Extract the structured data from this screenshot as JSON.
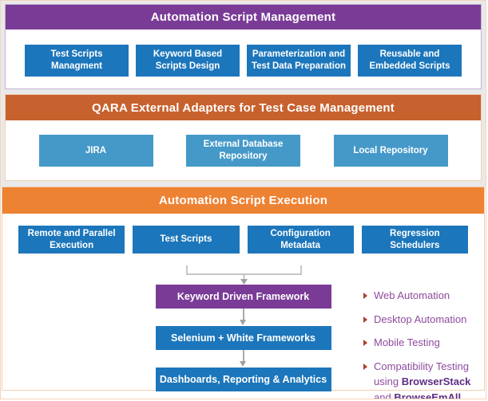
{
  "sections": {
    "management": {
      "title": "Automation Script Management",
      "boxes": [
        "Test Scripts Managment",
        "Keyword Based Scripts Design",
        "Parameterization and Test Data Preparation",
        "Reusable and Embedded Scripts"
      ]
    },
    "adapters": {
      "title": "QARA External Adapters for Test Case Management",
      "boxes": [
        "JIRA",
        "External Database Repository",
        "Local Repository"
      ]
    },
    "execution": {
      "title": "Automation Script Execution",
      "boxes": [
        "Remote and Parallel Execution",
        "Test Scripts",
        "Configuration Metadata",
        "Regression Schedulers"
      ],
      "flow": [
        "Keyword Driven Framework",
        "Selenium + White Frameworks",
        "Dashboards, Reporting & Analytics"
      ],
      "bullets": [
        "Web Automation",
        "Desktop Automation",
        "Mobile Testing"
      ],
      "compat": {
        "p1": "Compatibility Testing using ",
        "b1": "BrowserStack",
        "p2": " and ",
        "b2": "BrowseEmAll"
      }
    }
  },
  "colors": {
    "header_purple": "#7a3b96",
    "header_burnt_orange": "#c7612e",
    "header_bright_orange": "#ee8233",
    "box_dark_blue": "#1c76bb",
    "box_light_blue": "#4599c8",
    "flow_purple": "#7a3b96",
    "bullet_arrow_red": "#b23a2f",
    "bullet_text_purple": "#8e4b9e",
    "bullet_bold_purple": "#5f2c85",
    "page_background_gray": "#e9e9e9",
    "panel_border_lavender": "#c3b2d6",
    "panel_border_peach": "#f3d0b2",
    "connector_gray": "#ababab"
  }
}
